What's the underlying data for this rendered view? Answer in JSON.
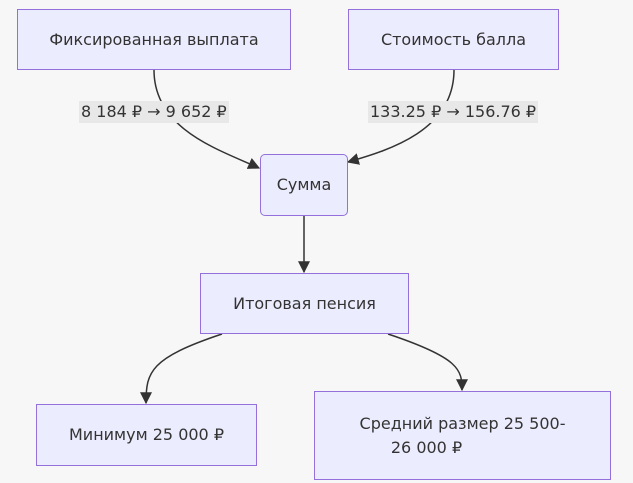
{
  "nodes": {
    "fixed_payment": "Фиксированная выплата",
    "point_cost": "Стоимость балла",
    "sum": "Сумма",
    "final_pension": "Итоговая пенсия",
    "minimum": "Минимум 25 000 ₽",
    "average_line1": "Средний размер 25 500-",
    "average_line2": "26 000 ₽"
  },
  "edge_labels": {
    "fixed_payment_change": "8 184 ₽ → 9 652 ₽",
    "point_cost_change": "133.25 ₽ → 156.76 ₽"
  },
  "colors": {
    "node_fill": "#ececff",
    "node_border": "#9370db",
    "edge": "#333333",
    "label_bg": "#e8e8e8"
  }
}
